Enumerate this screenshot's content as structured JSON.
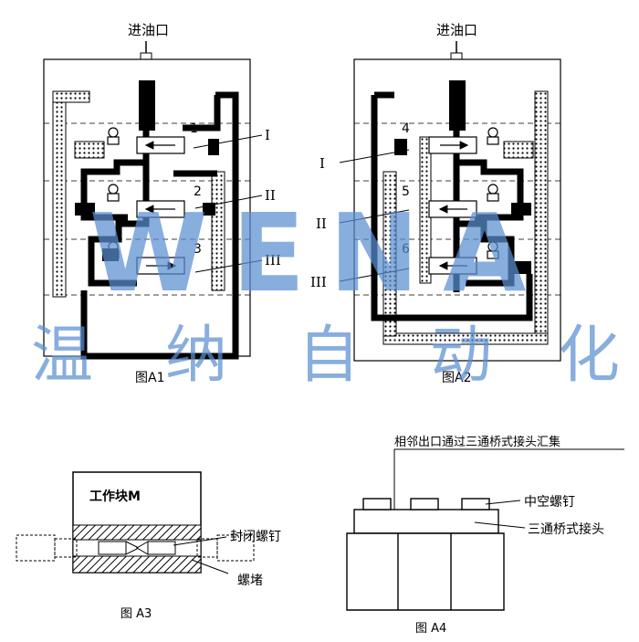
{
  "figure_a1": {
    "inlet_label": "进油口",
    "caption": "图A1",
    "numbers": [
      "1",
      "2",
      "3"
    ],
    "roman_labels": [
      "I",
      "II",
      "III"
    ]
  },
  "figure_a2": {
    "inlet_label": "进油口",
    "caption": "图A2",
    "numbers": [
      "4",
      "5",
      "6"
    ],
    "roman_labels": [
      "I",
      "II",
      "III"
    ]
  },
  "figure_a3": {
    "block_label": "工作块M",
    "screw_label": "封闭螺钉",
    "plug_label": "螺堵",
    "caption": "图 A3"
  },
  "figure_a4": {
    "top_label": "相邻出口通过三通桥式接头汇集",
    "hollow_screw_label": "中空螺钉",
    "bridge_label": "三通桥式接头",
    "caption": "图 A4"
  },
  "watermark": {
    "latin": "WENA",
    "chinese": [
      "温",
      "纳",
      "自",
      "动",
      "化"
    ],
    "color": "#5b8fd1"
  }
}
